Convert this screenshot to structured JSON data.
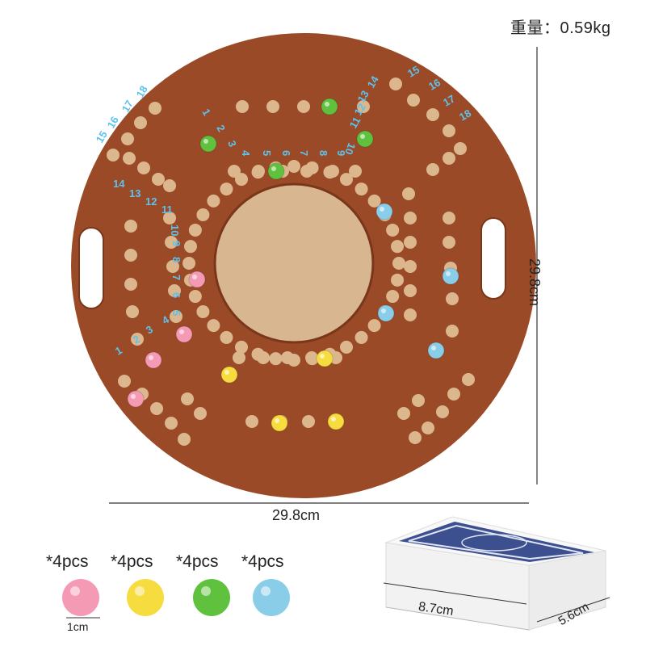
{
  "weight_label": "重量：0.59kg",
  "dimensions": {
    "width": "29.8cm",
    "height": "29.8cm"
  },
  "marbles": {
    "colors": [
      "#f49ab4",
      "#f6dc3e",
      "#5fc13e",
      "#89cde9"
    ],
    "counts": [
      "*4pcs",
      "*4pcs",
      "*4pcs",
      "*4pcs"
    ],
    "diameter": "1cm"
  },
  "cards": {
    "length": "8.7cm",
    "width": "5.6cm"
  },
  "board": {
    "color": "#9a4a27",
    "hole_color": "#dcb68d",
    "center_color": "#d7b690",
    "number_color": "#5cc3ee",
    "marble_count": 16
  },
  "track_numbers": {
    "short": [
      "1",
      "2",
      "3",
      "4",
      "5",
      "6",
      "7",
      "8",
      "9",
      "10"
    ],
    "long": [
      "11",
      "12",
      "13",
      "14",
      "15",
      "16",
      "17",
      "18"
    ]
  }
}
